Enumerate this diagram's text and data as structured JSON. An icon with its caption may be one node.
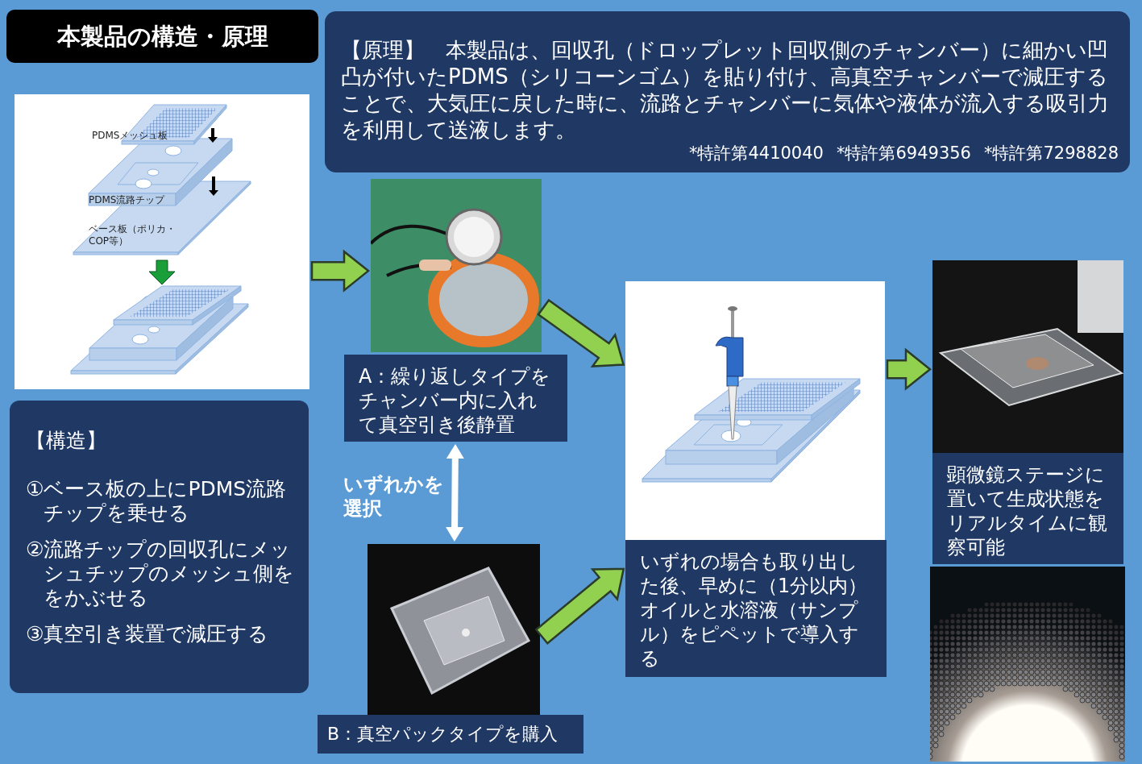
{
  "diagram": {
    "nodes": [
      {
        "text": [
          "本製品の構造・原理"
        ]
      },
      {
        "text": [
          "【原理】　本製品は、回収孔（ドロップレット回収側のチャンバー）に細かい凹凸が付いたPDMS（シリコーンゴム）を貼り付け、高真空チャンバーで減圧することで、大気圧に戻した時に、流路とチャンバーに気体や液体が流入する吸引力を利用して送液します。",
          "*特許第4410040",
          "*特許第6949356",
          "*特許第7298828"
        ]
      },
      {
        "text": [
          "PDMSメッシュ板",
          "PDMS流路チップ",
          "ベース板（ポリカ・COP等）"
        ]
      },
      {
        "text": [
          "【構造】",
          "①ベース板の上にPDMS流路チップを乗せる",
          "②流路チップの回収孔にメッシュチップのメッシュ側ををかぶせる",
          "③真空引き装置で減圧する"
        ]
      },
      {
        "text": [],
        "shape": "picture"
      },
      {
        "text": [
          "A：繰り返しタイプをチャンバー内に入れて真空引き後静置"
        ]
      },
      {
        "text": [],
        "shape": "picture"
      },
      {
        "text": [
          "B：真空パックタイプを購入"
        ]
      },
      {
        "text": [],
        "shape": "picture"
      },
      {
        "text": [
          "いずれの場合も取り出した後、早めに（1分以内）オイルと水溶液（サンプル）をピペットで導入する"
        ]
      },
      {
        "text": [],
        "shape": "picture"
      },
      {
        "text": [
          "顕微鏡ステージに置いて生成状態をリアルタイムに観察可能"
        ]
      },
      {
        "text": [],
        "shape": "picture"
      }
    ],
    "edges": [
      {
        "from": 2,
        "to": 4,
        "arrow": "to"
      },
      {
        "from": 4,
        "to": 8,
        "arrow": "to"
      },
      {
        "from": 5,
        "to": 6,
        "arrow": "both",
        "label": "いずれかを選択",
        "color": "#ffffff"
      },
      {
        "from": 6,
        "to": 9,
        "arrow": "to"
      },
      {
        "from": 8,
        "to": 10,
        "arrow": "to"
      }
    ]
  }
}
